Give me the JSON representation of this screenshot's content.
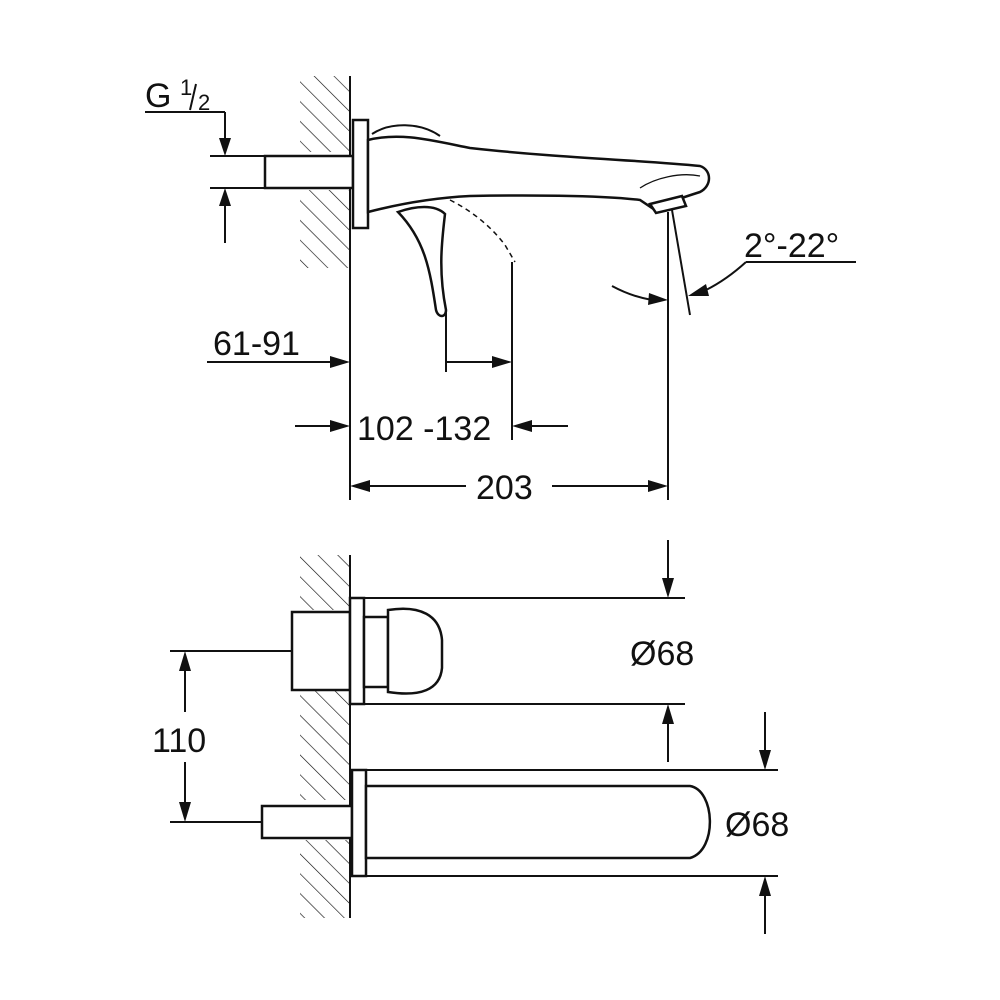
{
  "side_view": {
    "thread_label_main": "G",
    "thread_label_num": "1",
    "thread_label_den": "2",
    "wall_depth_label": "61-91",
    "lever_range_label": "102 -132",
    "projection_label": "203",
    "angle_label": "2°-22°"
  },
  "top_view": {
    "center_distance_label": "110",
    "handle_diameter_label": "Ø68",
    "spout_diameter_label": "Ø68"
  },
  "colors": {
    "line": "#111111",
    "background": "#ffffff"
  }
}
